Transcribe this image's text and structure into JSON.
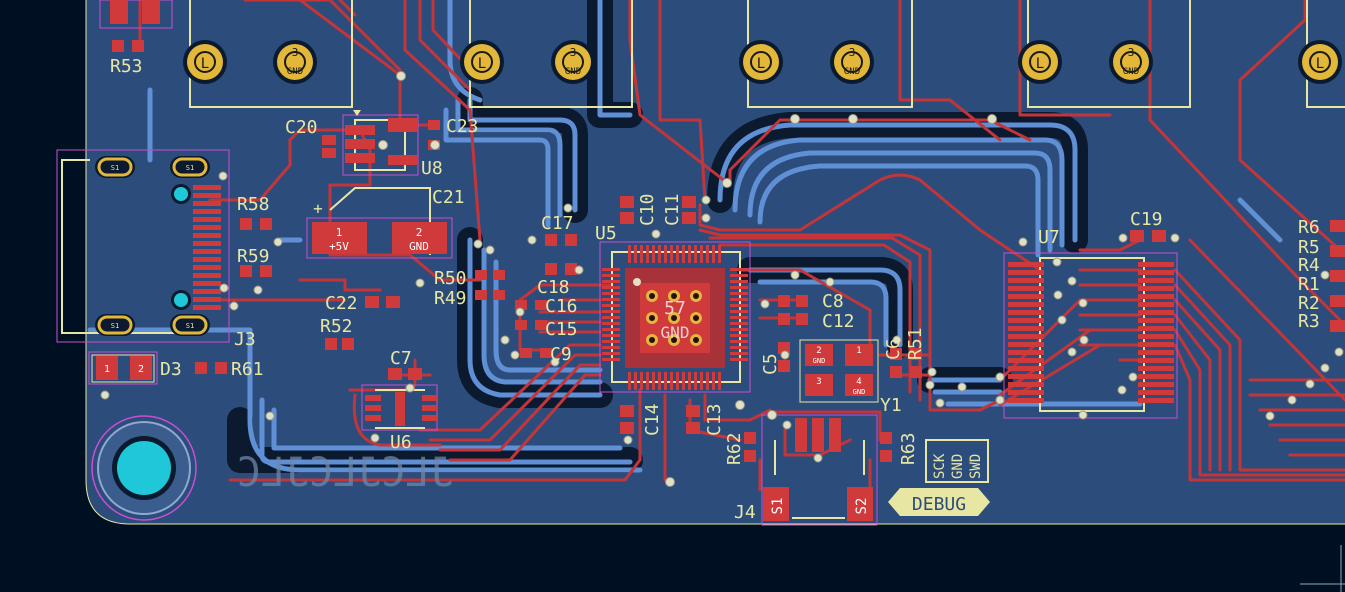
{
  "app": {
    "view": "PCB Editor"
  },
  "colors": {
    "background": "#001023",
    "board": "#2c4d7c",
    "keepout": "#0b1a2e",
    "copper_bottom": "#5f8fd4",
    "copper_top": "#c4353a",
    "silkscreen": "#e8e6a3",
    "courtyard": "#c84fd0",
    "pad": "#d03a3a",
    "gold": "#e2b73a",
    "via": "#e0e0c8",
    "drill": "#1fc8d8"
  },
  "connectors": {
    "pin_L": "L",
    "pin_3": "3",
    "pin_gnd": "GND"
  },
  "labels": {
    "r53": "R53",
    "c20": "C20",
    "c23": "C23",
    "u8": "U8",
    "c21": "C21",
    "plus": "+",
    "p5v_num": "1",
    "p5v": "+5V",
    "gnd2_num": "2",
    "gnd2": "GND",
    "r58": "R58",
    "r59": "R59",
    "c17": "C17",
    "c10": "C10",
    "c11": "C11",
    "u5": "U5",
    "c18": "C18",
    "c16": "C16",
    "c15": "C15",
    "c9": "C9",
    "r50": "R50",
    "r49": "R49",
    "c22": "C22",
    "r52": "R52",
    "j3": "J3",
    "d3": "D3",
    "d3p1": "1",
    "d3p2": "2",
    "r61": "R61",
    "c7": "C7",
    "u6": "U6",
    "ep": "57",
    "ep_gnd": "GND",
    "c8": "C8",
    "c12": "C12",
    "c6": "C6",
    "r51": "R51",
    "c5": "C5",
    "c14": "C14",
    "c13": "C13",
    "r62": "R62",
    "r63": "R63",
    "y1": "Y1",
    "y1p2": "2",
    "y1p1": "1",
    "y1p3": "3",
    "y1p4": "4",
    "y1gnd_a": "GND",
    "y1gnd_b": "GND",
    "j4": "J4",
    "s1": "S1",
    "s2": "S2",
    "debug": "DEBUG",
    "sck": "SCK",
    "gnd_swd": "GND",
    "swd": "SWD",
    "u7": "U7",
    "c19": "C19",
    "r6": "R6",
    "r5": "R5",
    "r4": "R4",
    "r1": "R1",
    "r2": "R2",
    "r3": "R3",
    "mirrored_text": "JLCJLCJLC",
    "usb_s1": "S1"
  }
}
